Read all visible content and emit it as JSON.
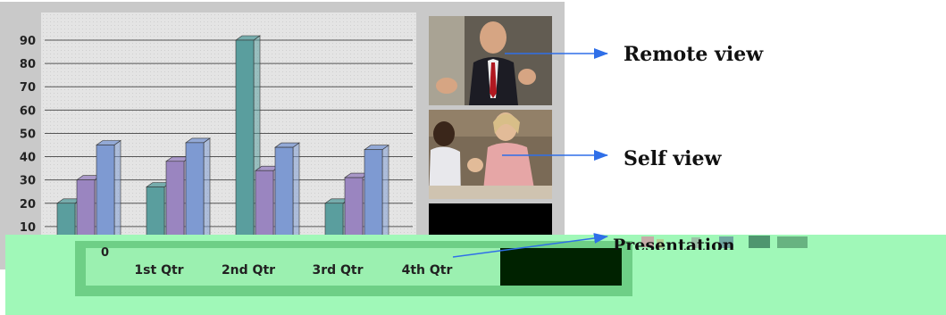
{
  "chart_data": {
    "type": "bar",
    "categories": [
      "1st Qtr",
      "2nd Qtr",
      "3rd Qtr",
      "4th Qtr"
    ],
    "series": [
      {
        "values": [
          20,
          27,
          90,
          20
        ]
      },
      {
        "values": [
          30,
          38,
          34,
          31
        ]
      },
      {
        "values": [
          45,
          46,
          44,
          43
        ]
      }
    ],
    "ylim": [
      0,
      90
    ],
    "yticks": [
      "0",
      "10",
      "20",
      "30",
      "40",
      "50",
      "60",
      "70",
      "80",
      "90"
    ],
    "grid": true,
    "colors": [
      "#5a9e9e",
      "#9a85c0",
      "#7e9ad2"
    ]
  },
  "callouts": {
    "remote": "Remote view",
    "self": "Self view",
    "presentation": "Presentation"
  },
  "colors": {
    "frame": "#c9c9c9",
    "plot_bg": "#e2e2e2",
    "overlay": "#a0f8b8",
    "arrow": "#2f6fe8"
  }
}
